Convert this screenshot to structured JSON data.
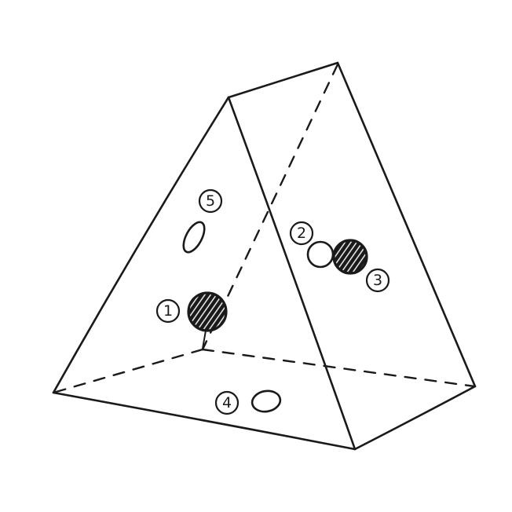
{
  "labels": {
    "hole_1": "1",
    "hole_2": "2",
    "hole_3": "3",
    "hole_4": "4",
    "hole_5": "5"
  },
  "holes": {
    "hole_1": {
      "state": "shaded"
    },
    "hole_2": {
      "state": "open"
    },
    "hole_3": {
      "state": "shaded"
    },
    "hole_4": {
      "state": "open"
    },
    "hole_5": {
      "state": "open"
    }
  },
  "colors": {
    "ink": "#1a1a1a",
    "paper": "#ffffff"
  }
}
